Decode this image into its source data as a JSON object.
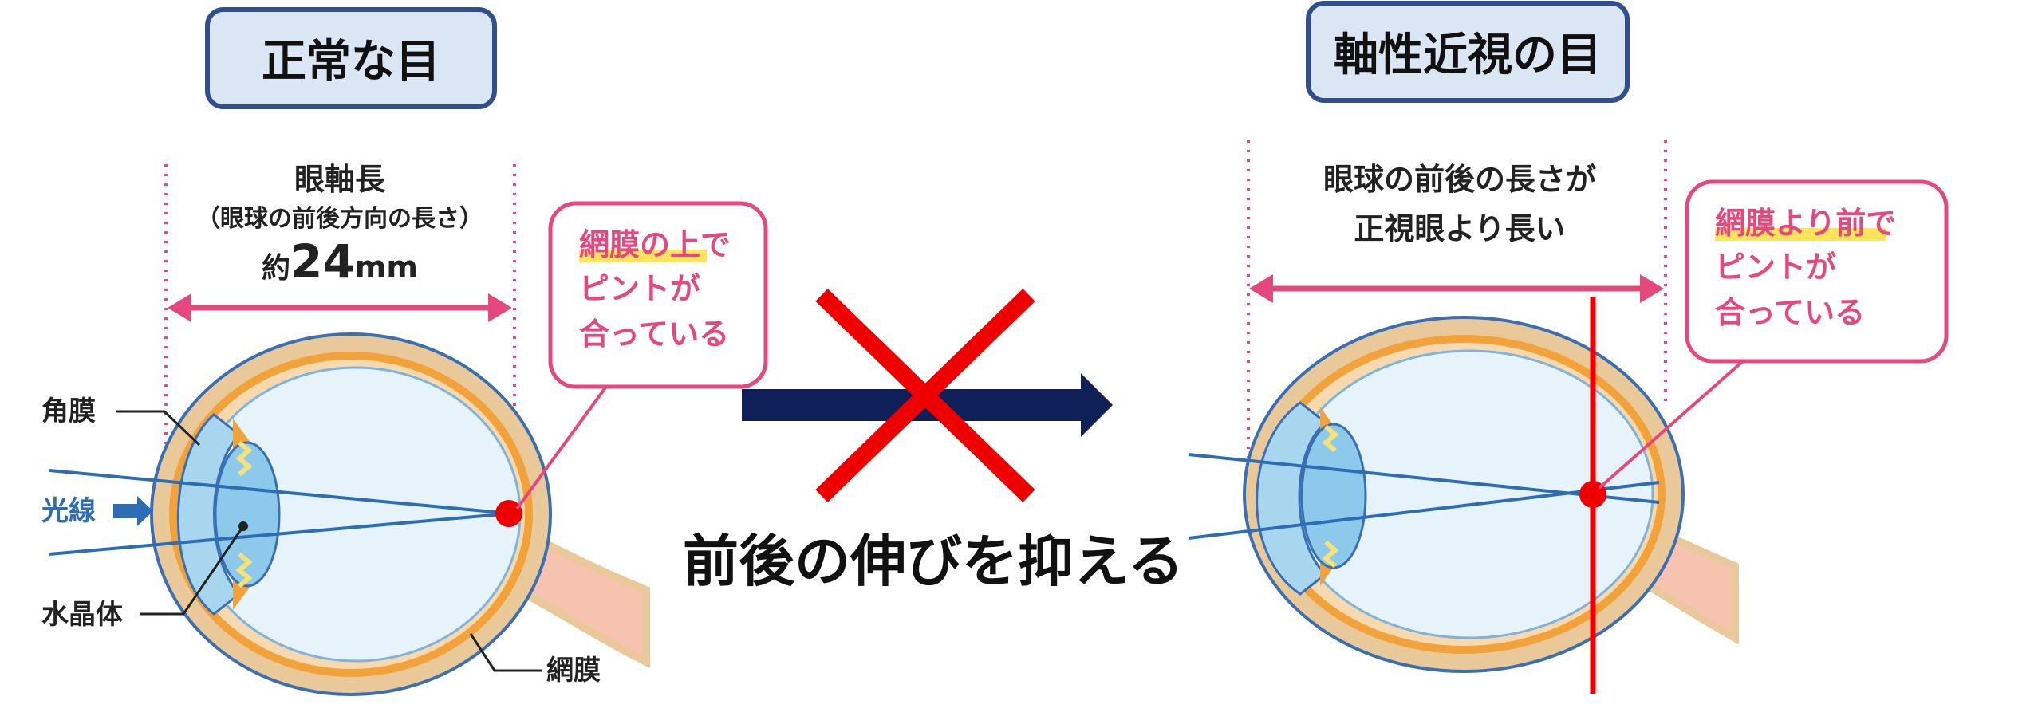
{
  "left_panel": {
    "title": "正常な目",
    "measure": {
      "line1": "眼軸長",
      "line2": "（眼球の前後方向の長さ）",
      "prefix": "約",
      "number": "24",
      "unit": "mm"
    },
    "callout": {
      "highlight": "網膜の上",
      "rest1": "で",
      "line2": "ピントが",
      "line3": "合っている"
    },
    "labels": {
      "cornea": "角膜",
      "light": "光線",
      "lens": "水晶体",
      "retina": "網膜"
    }
  },
  "center": {
    "caption": "前後の伸びを抑える"
  },
  "right_panel": {
    "title": "軸性近視の目",
    "measure": {
      "line1": "眼球の前後の長さが",
      "line2": "正視眼より長い"
    },
    "callout": {
      "highlight": "網膜より前",
      "rest1": "で",
      "line2": "ピントが",
      "line3": "合っている"
    }
  },
  "colors": {
    "title_box_fill": "#dbe6f5",
    "title_box_stroke": "#2f4f8f",
    "pink": "#e5487d",
    "highlight": "#ffe45c",
    "navy_arrow": "#0e2057",
    "red": "#ee0000",
    "ray": "#2d6db5",
    "eye_outer": "#e9c99a",
    "eye_inner": "#e7f3fb",
    "iris": "#f2a23a",
    "cornea": "#a9d6ef",
    "lens": "#8cc9ea",
    "nerve": "#f6c3b0"
  }
}
